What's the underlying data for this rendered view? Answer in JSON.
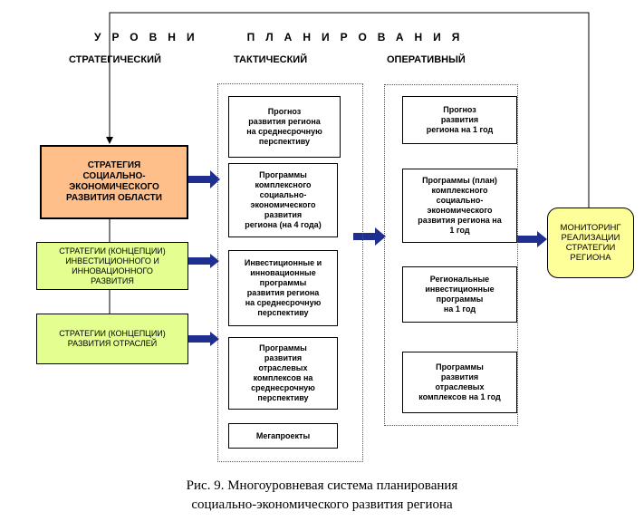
{
  "levels_title": "УРОВНИ   ПЛАНИРОВАНИЯ",
  "columns": {
    "strategic": "СТРАТЕГИЧЕСКИЙ",
    "tactical": "ТАКТИЧЕСКИЙ",
    "operational": "ОПЕРАТИВНЫЙ"
  },
  "strategic_boxes": {
    "main": "СТРАТЕГИЯ\nСОЦИАЛЬНО-\nЭКОНОМИЧЕСКОГО\nРАЗВИТИЯ ОБЛАСТИ",
    "innovation": "СТРАТЕГИИ (КОНЦЕПЦИИ)\nИНВЕСТИЦИОННОГО И\nИННОВАЦИОННОГО\nРАЗВИТИЯ",
    "sectors": "СТРАТЕГИИ (КОНЦЕПЦИИ)\nРАЗВИТИЯ ОТРАСЛЕЙ"
  },
  "tactical_boxes": [
    "Прогноз\nразвития региона\nна среднесрочную\nперспективу",
    "Программы\nкомплексного\nсоциально-\nэкономического\nразвития\nрегиона (на 4 года)",
    "Инвестиционные и\nинновационные\nпрограммы\nразвития региона\nна среднесрочную\nперспективу",
    "Программы\nразвития\nотраслевых\nкомплексов на\nсреднесрочную\nперспективу",
    "Мегапроекты"
  ],
  "operational_boxes": [
    "Прогноз\nразвития\nрегиона на 1 год",
    "Программы (план)\nкомплексного\nсоциально-\nэкономического\nразвития региона на\n1 год",
    "Региональные\nинвестиционные\nпрограммы\nна 1 год",
    "Программы\nразвития\nотраслевых\nкомплексов на 1 год"
  ],
  "monitoring": "МОНИТОРИНГ\nРЕАЛИЗАЦИИ\nСТРАТЕГИИ\nРЕГИОНА",
  "caption": {
    "line1": "Рис. 9. Многоуровневая система планирования",
    "line2": "социально-экономического развития региона"
  },
  "colors": {
    "arrow": "#1f2f8f",
    "orange": "#ffbf8a",
    "green": "#e3ff8f",
    "monitor": "#ffff99"
  }
}
